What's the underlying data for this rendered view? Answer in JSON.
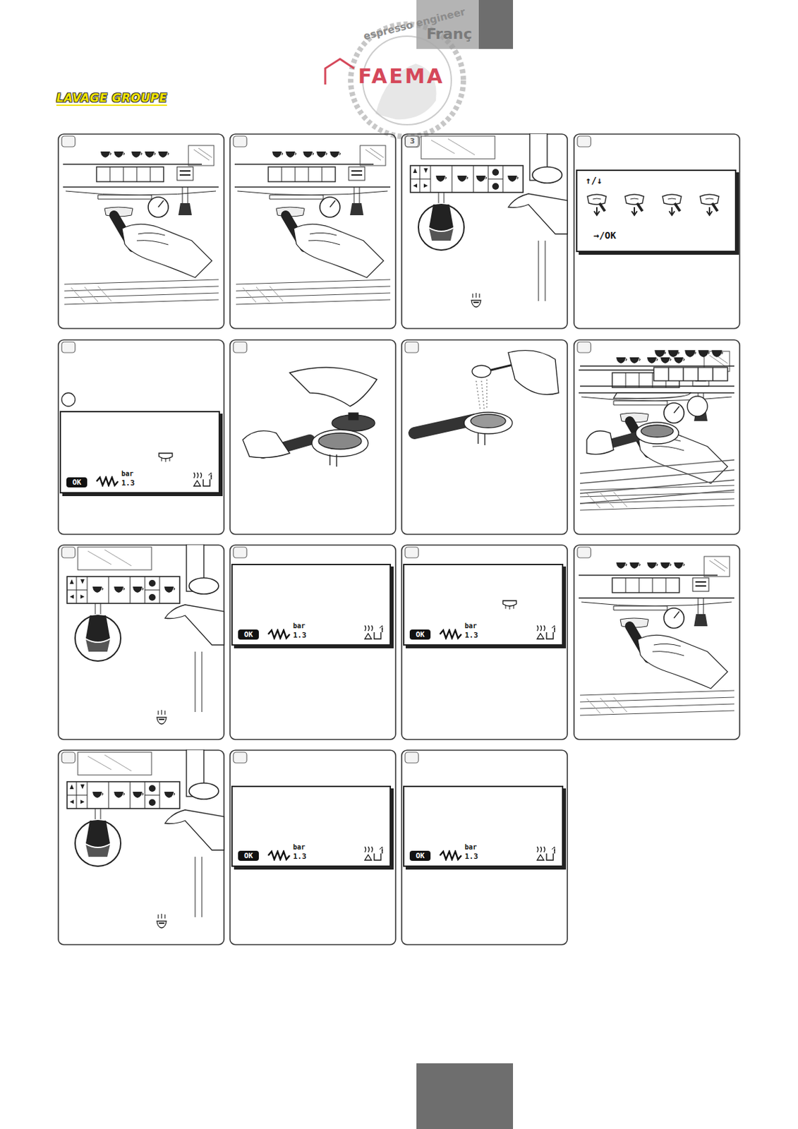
{
  "diagram": {
    "title": "LAVAGE GROUPE",
    "nodes": [
      {
        "text": [
          "3"
        ]
      },
      {
        "text": [
          "↑/↓",
          "→/OK"
        ]
      },
      {
        "text": [
          "OK",
          "bar",
          "1.3"
        ]
      },
      {
        "text": [
          "OK",
          "bar",
          "1.3"
        ]
      },
      {
        "text": [
          "OK",
          "bar",
          "1.3"
        ]
      },
      {
        "text": [
          "OK",
          "bar",
          "1.3"
        ]
      },
      {
        "text": [
          "OK",
          "bar",
          "1.3"
        ]
      }
    ],
    "labels": [
      "Franç",
      "espresso engineer",
      "FAEMA"
    ]
  }
}
